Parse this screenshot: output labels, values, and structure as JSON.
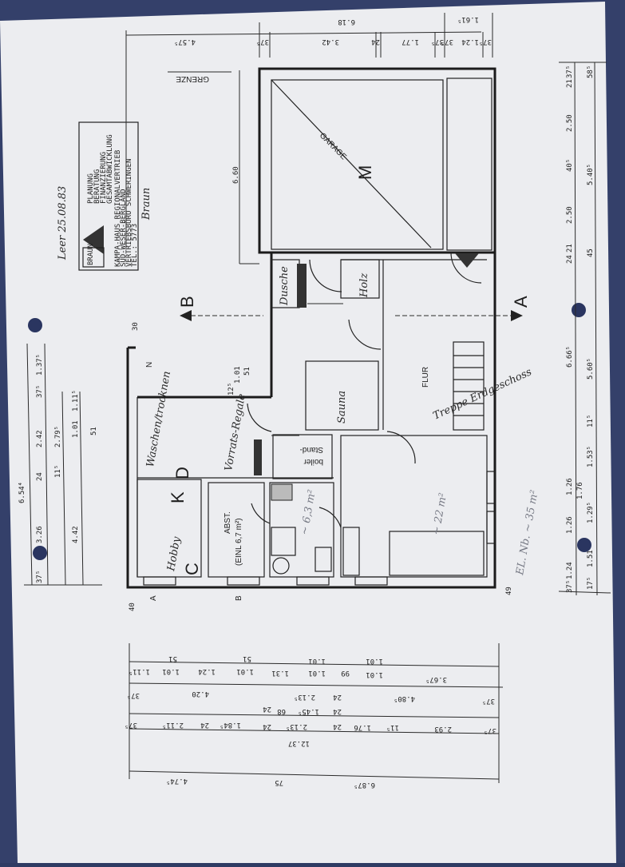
{
  "title_block": {
    "lines": [
      "PLANUNG",
      "BERATUNG",
      "FINANZIERUNG",
      "GESAMTABWICKLUNG"
    ],
    "company": [
      "KAMPA-HAUS REGIONALVERTRIEB",
      "SÜD-WESER-BERGLAND",
      "VERTRIEBSBÜRO SCHWERINGEN",
      "TEL.: 5773"
    ],
    "logo_text": "BRAUN"
  },
  "handwriting": {
    "date": "Leer 25.08.83",
    "signature": "Braun",
    "area_note": "EL. Nb. ~ 35 m²",
    "stair_note": "Treppe Erdgeschoss"
  },
  "labels": {
    "grenze": "GRENZE",
    "garage": "GARAGE",
    "garage_m": "M",
    "dusche": "Dusche",
    "holz": "Holz",
    "flur": "FLUR",
    "sauna": "Sauna",
    "waschen": "Waschen/trocknen",
    "vorrats": "Vorrats-Regale",
    "boiler_1": "Stand-",
    "boiler_2": "boiler",
    "hobby": "Hobby",
    "k": "K",
    "c": "C",
    "d": "D",
    "abst": "ABST.",
    "einl": "(EINL 6,7 m²)",
    "room_63": "~ 6,3 m²",
    "room_22": "~ 22 m²",
    "n": "N",
    "section_a_right": "A",
    "section_b_left": "B",
    "section_a_bottom": "A",
    "section_b_bottom": "B",
    "mark_40": "40",
    "mark_49": "49",
    "mark_30": "30",
    "top_small": "6.18"
  },
  "dims": {
    "top": [
      "4.57⁵",
      "37⁵",
      "3.42",
      "24",
      "1.77",
      "37⁵",
      "37⁵",
      "1.24",
      "37⁵",
      "1.61⁵"
    ],
    "right": [
      "37⁵",
      "21",
      "58⁵",
      "2.50",
      "40⁵",
      "5.40⁵",
      "2.50",
      "24",
      "21",
      "45",
      "6.66⁵",
      "5.60⁵",
      "11⁵",
      "1.53⁵",
      "1.26",
      "1.76",
      "1.29⁵",
      "1.26",
      "1.24",
      "1.51",
      "37⁵",
      "17⁵"
    ],
    "left": [
      "6.54⁴",
      "1.37⁵",
      "37⁵",
      "2.42",
      "24",
      "11⁵",
      "2.79⁵",
      "1.01",
      "1.11⁵",
      "51",
      "3.26",
      "4.42",
      "37⁵"
    ],
    "inner": [
      "1.01",
      "51",
      "12⁵",
      "6.60"
    ],
    "bottom_row1": [
      "51",
      "51",
      "1.01",
      "1.01"
    ],
    "bottom_row2": [
      "1.11⁵",
      "1.01",
      "1.24",
      "1.01",
      "1.31",
      "1.01",
      "99",
      "1.01",
      "3.67⁵"
    ],
    "bottom_row3": [
      "37⁵",
      "4.20",
      "2.13⁵",
      "24",
      "4.80⁵",
      "37⁵"
    ],
    "bottom_row4": [
      "24",
      "1.45⁵",
      "68",
      "24"
    ],
    "bottom_row5": [
      "37⁵",
      "2.11⁵",
      "24",
      "1.84⁵",
      "24",
      "2.13⁵",
      "24",
      "1.76",
      "11⁵",
      "2.93",
      "37⁵"
    ],
    "total": "12.37",
    "bottom_last": [
      "4.74⁵",
      "75",
      "6.87⁵"
    ]
  }
}
